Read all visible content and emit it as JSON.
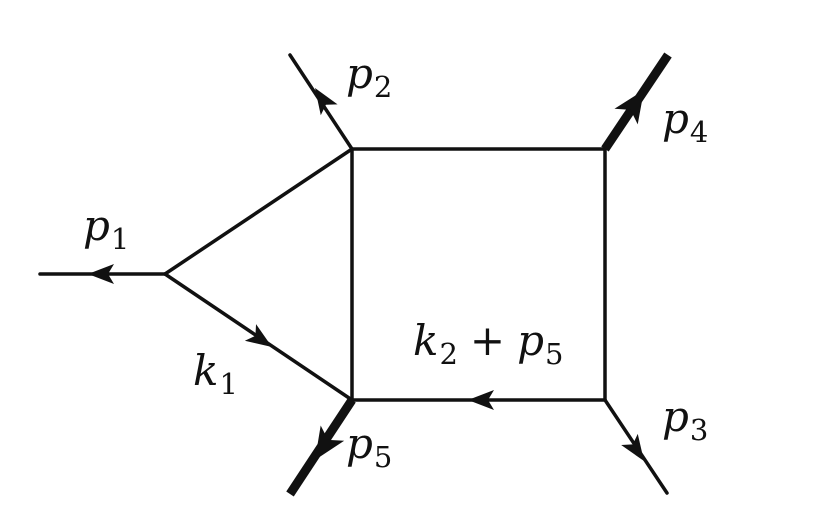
{
  "diagram": {
    "line_color": "#111111",
    "labels": {
      "p1": {
        "base": "p",
        "sub": "1"
      },
      "p2": {
        "base": "p",
        "sub": "2"
      },
      "p3": {
        "base": "p",
        "sub": "3"
      },
      "p4": {
        "base": "p",
        "sub": "4"
      },
      "p5": {
        "base": "p",
        "sub": "5"
      },
      "k1": {
        "base": "k",
        "sub": "1"
      },
      "k2p5": {
        "base1": "k",
        "sub1": "2",
        "plus": "+",
        "base2": "p",
        "sub2": "5"
      }
    }
  }
}
